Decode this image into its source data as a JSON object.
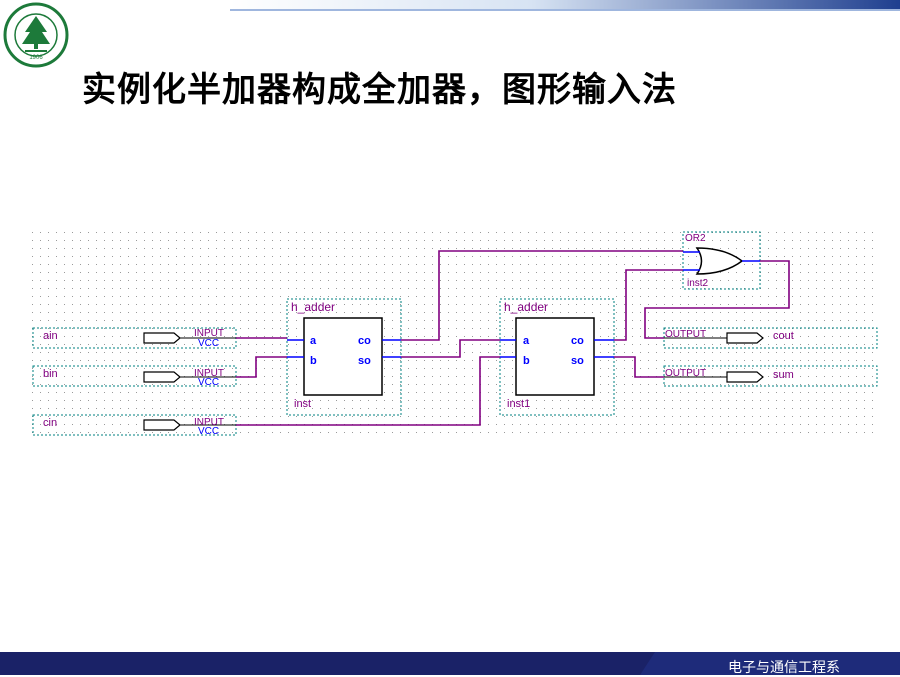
{
  "slide": {
    "title": "实例化半加器构成全加器，图形输入法",
    "footer_text": "电子与通信工程系"
  },
  "logo": {
    "icon": "university-seal-icon",
    "year": "1906"
  },
  "colors": {
    "wire": "#800080",
    "port": "#0000ff",
    "frame": "#008080",
    "footer_band": "#1a2267"
  },
  "schematic": {
    "inputs": [
      {
        "name": "ain",
        "type": "INPUT",
        "default": "VCC"
      },
      {
        "name": "bin",
        "type": "INPUT",
        "default": "VCC"
      },
      {
        "name": "cin",
        "type": "INPUT",
        "default": "VCC"
      }
    ],
    "outputs": [
      {
        "name": "cout",
        "type": "OUTPUT"
      },
      {
        "name": "sum",
        "type": "OUTPUT"
      }
    ],
    "instances": [
      {
        "module": "h_adder",
        "name": "inst",
        "ports_in": [
          "a",
          "b"
        ],
        "ports_out": [
          "co",
          "so"
        ]
      },
      {
        "module": "h_adder",
        "name": "inst1",
        "ports_in": [
          "a",
          "b"
        ],
        "ports_out": [
          "co",
          "so"
        ]
      }
    ],
    "gate": {
      "type": "OR2",
      "name": "inst2"
    }
  }
}
